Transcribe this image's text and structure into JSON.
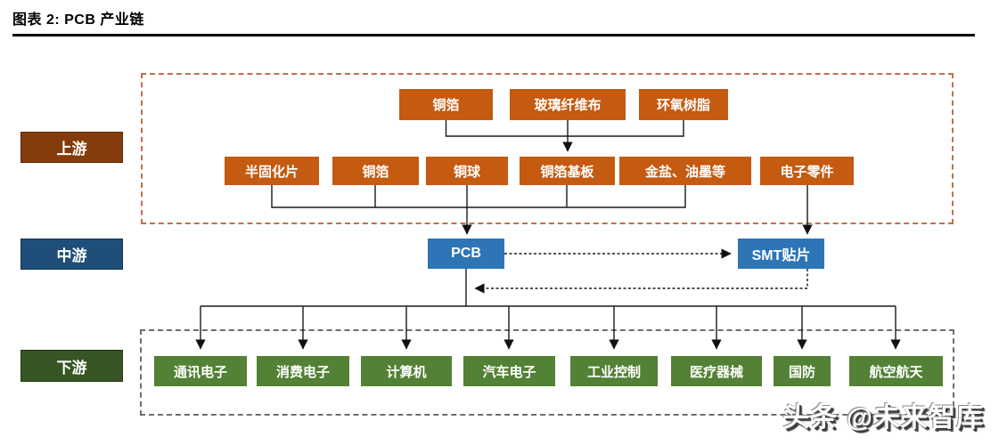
{
  "title": "图表 2: PCB 产业链",
  "watermark": "头条 @未来智库",
  "colors": {
    "upstream_node": "#C55A11",
    "upstream_stage_label": "#843C0C",
    "upstream_group_border": "#C0714A",
    "midstream_node": "#2E75B6",
    "midstream_stage_label": "#1F4E79",
    "downstream_node": "#538135",
    "downstream_stage_label": "#375623",
    "downstream_group_border": "#6E6E6E",
    "connector_line": "#1a1a1a"
  },
  "stages": {
    "upstream": "上游",
    "midstream": "中游",
    "downstream": "下游"
  },
  "upstream_row1": [
    {
      "label": "铜箔"
    },
    {
      "label": "玻璃纤维布"
    },
    {
      "label": "环氧树脂"
    }
  ],
  "upstream_row2": [
    {
      "label": "半固化片"
    },
    {
      "label": "铜箔"
    },
    {
      "label": "铜球"
    },
    {
      "label": "铜箔基板"
    },
    {
      "label": "金盐、油墨等"
    },
    {
      "label": "电子零件"
    }
  ],
  "midstream": [
    {
      "label": "PCB"
    },
    {
      "label": "SMT贴片"
    }
  ],
  "downstream": [
    {
      "label": "通讯电子"
    },
    {
      "label": "消费电子"
    },
    {
      "label": "计算机"
    },
    {
      "label": "汽车电子"
    },
    {
      "label": "工业控制"
    },
    {
      "label": "医疗器械"
    },
    {
      "label": "国防"
    },
    {
      "label": "航空航天"
    }
  ]
}
